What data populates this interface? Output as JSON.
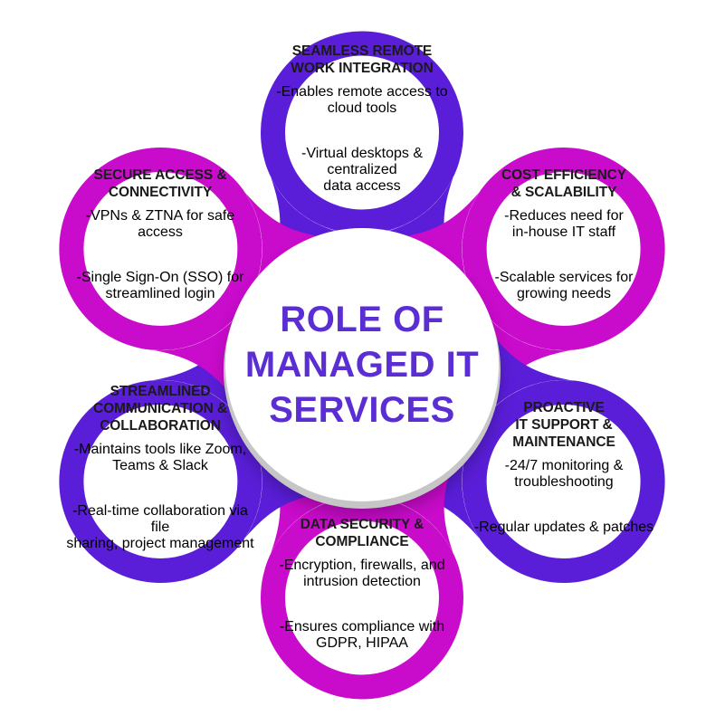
{
  "diagram_title": "ROLE OF MANAGED IT SERVICES",
  "center": {
    "title_lines": [
      "ROLE OF",
      "MANAGED IT",
      "SERVICES"
    ]
  },
  "colors": {
    "purple": "#5a1ed8",
    "magenta": "#c90bcb",
    "center_title": "#5b2ed3",
    "heading_text": "#1a1a1a",
    "body_text": "#000000",
    "center_rim": "#c6c6c6",
    "background": "#ffffff"
  },
  "satellites": [
    {
      "name": "seamless-remote-work-integration",
      "position": "top",
      "ring_color": "#5a1ed8",
      "heading_lines": [
        "SEAMLESS REMOTE",
        "WORK INTEGRATION"
      ],
      "bullets": [
        {
          "lines": [
            "-Enables remote access to",
            "cloud tools"
          ]
        },
        {
          "lines": [
            "-Virtual desktops & centralized",
            "data access"
          ]
        }
      ]
    },
    {
      "name": "cost-efficiency-scalability",
      "position": "top-right",
      "ring_color": "#c90bcb",
      "heading_lines": [
        "COST EFFICIENCY",
        "& SCALABILITY"
      ],
      "bullets": [
        {
          "lines": [
            "-Reduces need for",
            "in-house IT staff"
          ]
        },
        {
          "lines": [
            "-Scalable services for",
            "growing needs"
          ]
        }
      ]
    },
    {
      "name": "proactive-it-support-maintenance",
      "position": "bottom-right",
      "ring_color": "#5a1ed8",
      "heading_lines": [
        "PROACTIVE",
        "IT SUPPORT &",
        "MAINTENANCE"
      ],
      "bullets": [
        {
          "lines": [
            "-24/7 monitoring & troubleshooting"
          ]
        },
        {
          "lines": [
            "-Regular updates & patches"
          ]
        }
      ]
    },
    {
      "name": "data-security-compliance",
      "position": "bottom",
      "ring_color": "#c90bcb",
      "heading_lines": [
        "DATA SECURITY &",
        "COMPLIANCE"
      ],
      "bullets": [
        {
          "lines": [
            "-Encryption, firewalls, and",
            "intrusion detection"
          ]
        },
        {
          "lines": [
            "-Ensures compliance with",
            "GDPR, HIPAA"
          ]
        }
      ]
    },
    {
      "name": "streamlined-communication-collaboration",
      "position": "bottom-left",
      "ring_color": "#5a1ed8",
      "heading_lines": [
        "STREAMLINED",
        "COMMUNICATION &",
        "COLLABORATION"
      ],
      "bullets": [
        {
          "lines": [
            "-Maintains tools like Zoom,",
            "Teams & Slack"
          ]
        },
        {
          "lines": [
            "-Real-time collaboration via file",
            "sharing, project management"
          ]
        }
      ]
    },
    {
      "name": "secure-access-connectivity",
      "position": "top-left",
      "ring_color": "#c90bcb",
      "heading_lines": [
        "SECURE ACCESS &",
        "CONNECTIVITY"
      ],
      "bullets": [
        {
          "lines": [
            "-VPNs & ZTNA for safe access"
          ]
        },
        {
          "lines": [
            "-Single Sign-On (SSO) for",
            "streamlined login"
          ]
        }
      ]
    }
  ]
}
